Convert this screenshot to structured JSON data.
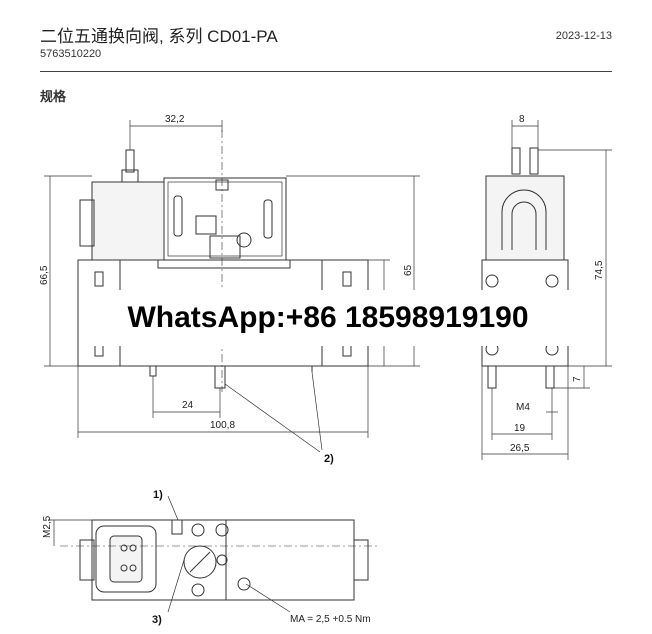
{
  "header": {
    "title": "二位五通换向阀, 系列 CD01-PA",
    "part_number": "5763510220",
    "date": "2023-12-13",
    "section_label": "规格"
  },
  "watermark": {
    "text": "WhatsApp:+86 18598919190"
  },
  "dimensions": {
    "top_width": "32,2",
    "left_height": "66,5",
    "body_height": "65",
    "offset_24": "24",
    "overall_length": "100,8",
    "side_width_8": "8",
    "side_height": "74,5",
    "pin_7": "7",
    "thread_m4": "M4",
    "width_19": "19",
    "width_26_5": "26,5",
    "thread_m2_5": "M2,5",
    "torque": "MA = 2,5 +0.5 Nm"
  },
  "callouts": {
    "one": "1)",
    "two": "2)",
    "three": "3)"
  }
}
